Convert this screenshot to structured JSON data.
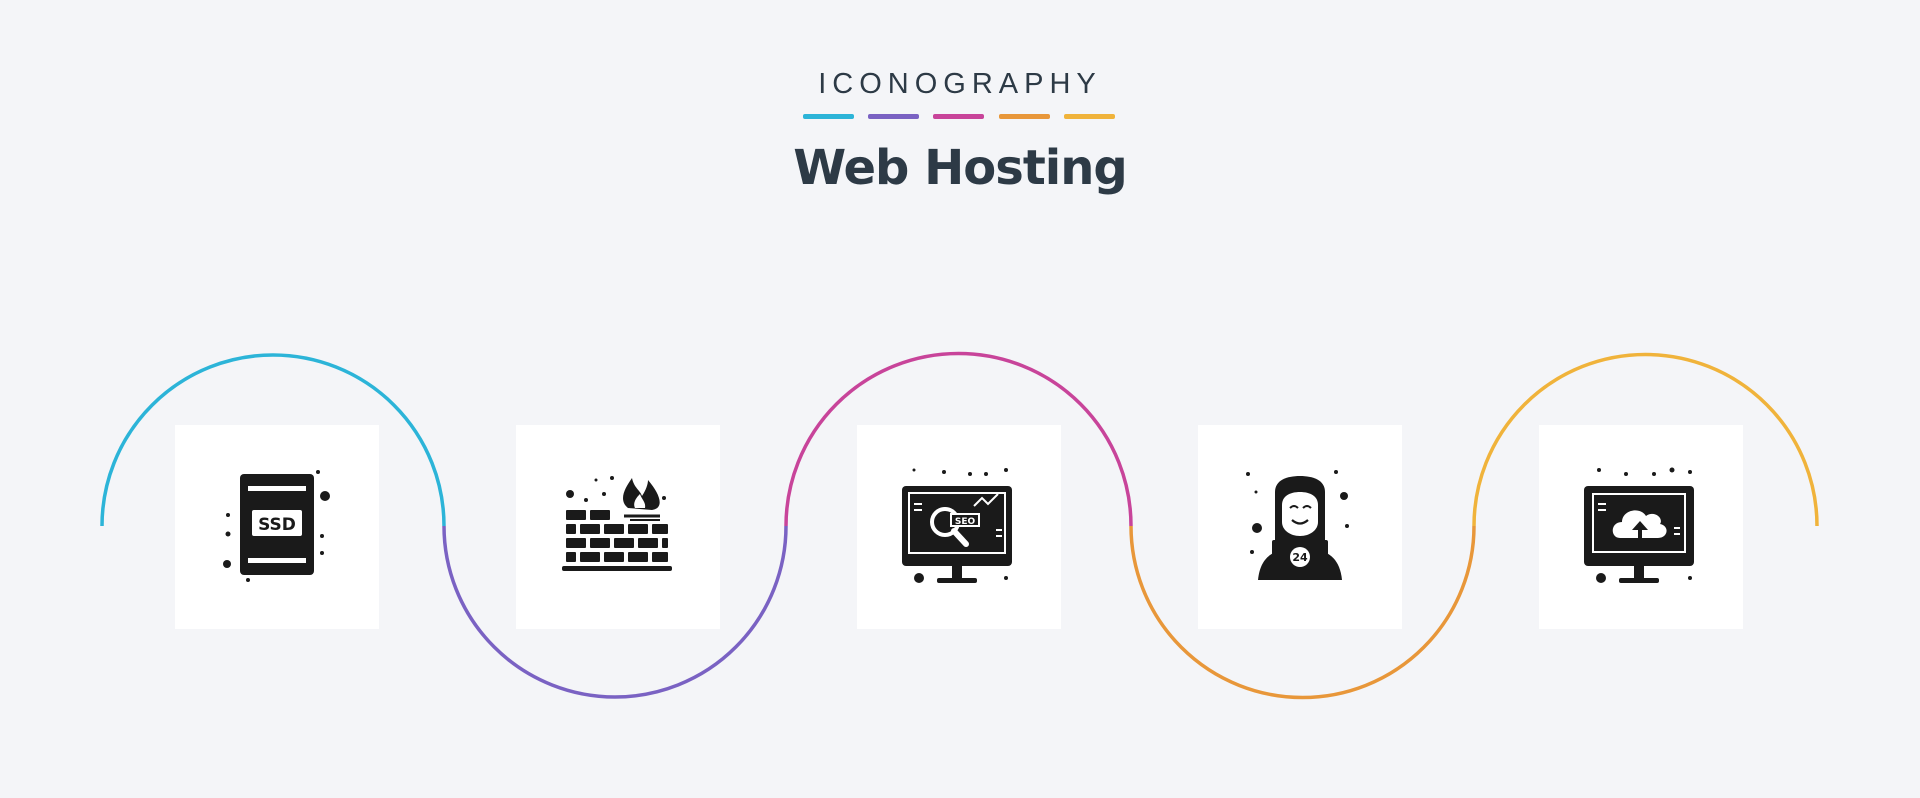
{
  "header": {
    "brand": "ICONOGRAPHY",
    "title": "Web Hosting",
    "stripe_colors": [
      "#2cb4d8",
      "#7a62c3",
      "#c8449a",
      "#e8973a",
      "#f0b33b"
    ]
  },
  "wave_colors": [
    "#2cb4d8",
    "#7a62c3",
    "#c8449a",
    "#e8973a",
    "#f0b33b"
  ],
  "icons": [
    {
      "name": "ssd-icon",
      "label": "SSD"
    },
    {
      "name": "firewall-icon"
    },
    {
      "name": "seo-monitor-icon",
      "label": "SEO"
    },
    {
      "name": "support-24-icon",
      "label": "24"
    },
    {
      "name": "cloud-upload-monitor-icon"
    }
  ]
}
